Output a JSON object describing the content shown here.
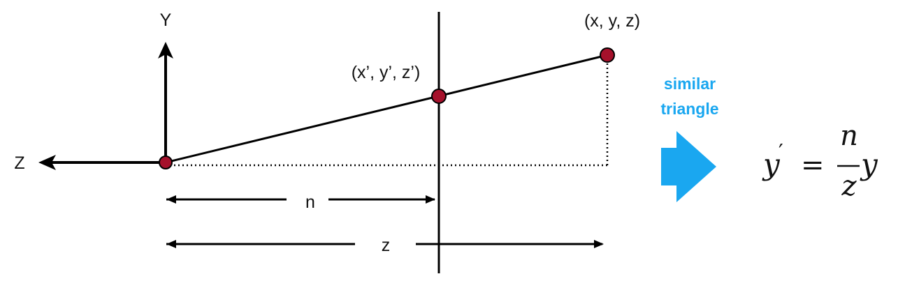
{
  "axes": {
    "y_label": "Y",
    "z_label": "Z"
  },
  "points": {
    "far_point": "(x, y, z)",
    "near_point": "(x’, y’, z’)"
  },
  "dimensions": {
    "n_label": "n",
    "z_label": "z"
  },
  "annotation": {
    "line1": "similar",
    "line2": "triangle",
    "color": "#1aa7f0"
  },
  "formula": {
    "lhs": "y",
    "prime": "′",
    "equals": "=",
    "numerator": "n",
    "denominator": "z",
    "rhs": "y"
  },
  "colors": {
    "point_fill": "#a5112b",
    "line": "#000000"
  }
}
